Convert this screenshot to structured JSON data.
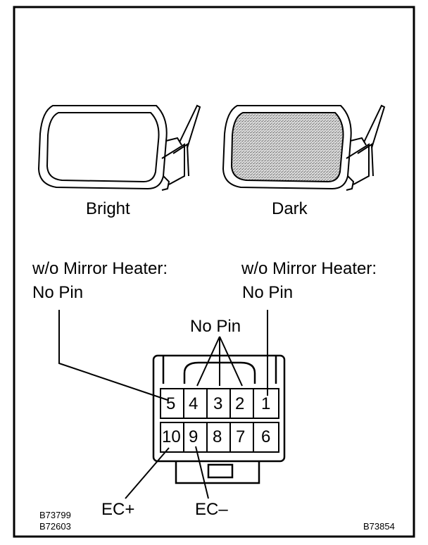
{
  "mirrors": {
    "bright_label": "Bright",
    "dark_label": "Dark"
  },
  "callouts": {
    "left_heater_line1": "w/o Mirror Heater:",
    "left_heater_line2": "No Pin",
    "right_heater_line1": "w/o Mirror Heater:",
    "right_heater_line2": "No Pin",
    "center_no_pin": "No Pin",
    "ec_plus": "EC+",
    "ec_minus": "EC–"
  },
  "connector": {
    "top_row": [
      "5",
      "4",
      "3",
      "2",
      "1"
    ],
    "bottom_row": [
      "10",
      "9",
      "8",
      "7",
      "6"
    ]
  },
  "figure_codes": {
    "code_left_1": "B73799",
    "code_left_2": "B72603",
    "code_right": "B73854"
  }
}
